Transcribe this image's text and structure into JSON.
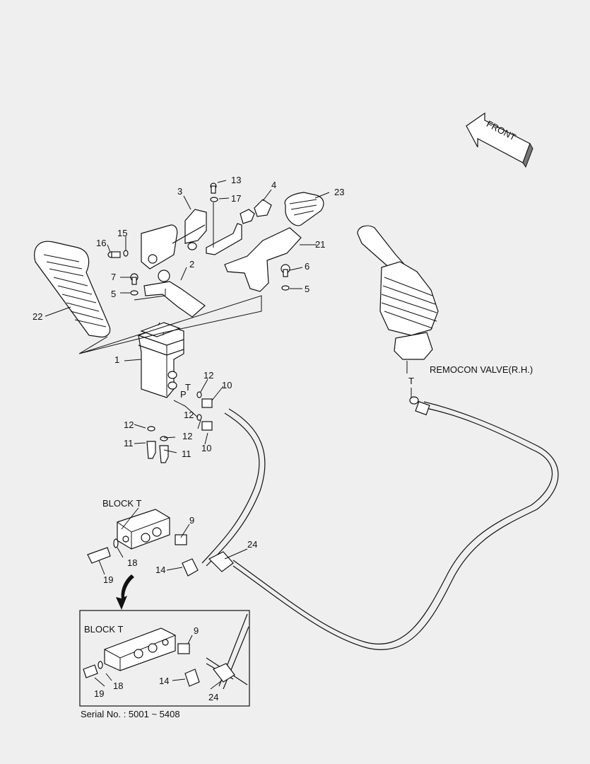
{
  "labels": {
    "front": "FRONT",
    "remocon_valve": "REMOCON VALVE(R.H.)",
    "port_t_top": "T",
    "port_p": "P",
    "port_t_valve": "T",
    "block_t_main": "BLOCK T",
    "block_t_inset": "BLOCK T",
    "serial_no": "Serial No. : 5001 ~ 5408"
  },
  "part_numbers": {
    "p1": "1",
    "p2": "2",
    "p3": "3",
    "p4": "4",
    "p5a": "5",
    "p5b": "5",
    "p6": "6",
    "p7": "7",
    "p9": "9",
    "p9b": "9",
    "p10a": "10",
    "p10b": "10",
    "p11a": "11",
    "p11b": "11",
    "p12a": "12",
    "p12b": "12",
    "p12c": "12",
    "p13": "13",
    "p14": "14",
    "p14b": "14",
    "p15": "15",
    "p16": "16",
    "p17": "17",
    "p18": "18",
    "p18b": "18",
    "p19": "19",
    "p19b": "19",
    "p21": "21",
    "p22": "22",
    "p23": "23",
    "p24": "24",
    "p24b": "24"
  },
  "icons": {
    "front_arrow": "arrow-left-icon",
    "pointer_arrow": "curved-arrow-down-icon"
  }
}
